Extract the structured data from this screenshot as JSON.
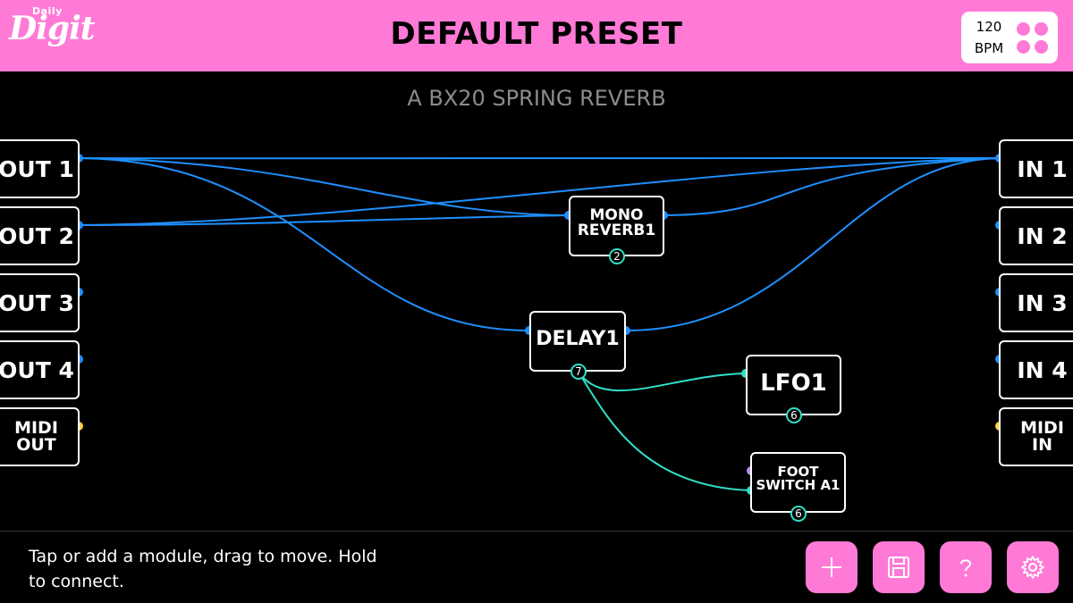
{
  "header": {
    "logo_small": "Daily",
    "logo_main": "Digit",
    "preset_name": "DEFAULT PRESET",
    "bpm_value": "120",
    "bpm_label": "BPM"
  },
  "subtitle": "A BX20 SPRING REVERB",
  "outputs": [
    {
      "label": "OUT 1",
      "dot_color": "#1e90ff"
    },
    {
      "label": "OUT 2",
      "dot_color": "#1e90ff"
    },
    {
      "label": "OUT 3",
      "dot_color": "#1e90ff"
    },
    {
      "label": "OUT 4",
      "dot_color": "#1e90ff"
    },
    {
      "label": "MIDI\nOUT",
      "dot_color": "#ffd23f"
    }
  ],
  "inputs": [
    {
      "label": "IN 1",
      "dot_color": "#1e90ff"
    },
    {
      "label": "IN 2",
      "dot_color": "#1e90ff"
    },
    {
      "label": "IN 3",
      "dot_color": "#1e90ff"
    },
    {
      "label": "IN 4",
      "dot_color": "#1e90ff"
    },
    {
      "label": "MIDI\nIN",
      "dot_color": "#ffd23f"
    }
  ],
  "modules": {
    "mono_reverb": {
      "name": "MONO\nREVERB1",
      "badge": "2"
    },
    "delay": {
      "name": "DELAY1",
      "badge": "7"
    },
    "lfo": {
      "name": "LFO1",
      "badge": "6"
    },
    "foot_switch": {
      "name": "FOOT\nSWITCH A1",
      "badge": "6"
    }
  },
  "colors": {
    "accent": "#ff7ad6",
    "audio_wire": "#1e90ff",
    "control_wire": "#2fe0c8",
    "midi_port": "#ffd23f",
    "trigger_port": "#b98cff"
  },
  "footer": {
    "hint": "Tap or add a module, drag to move. Hold to connect."
  },
  "toolbar": [
    {
      "icon": "plus-icon"
    },
    {
      "icon": "save-icon"
    },
    {
      "icon": "help-icon"
    },
    {
      "icon": "gear-icon"
    }
  ]
}
